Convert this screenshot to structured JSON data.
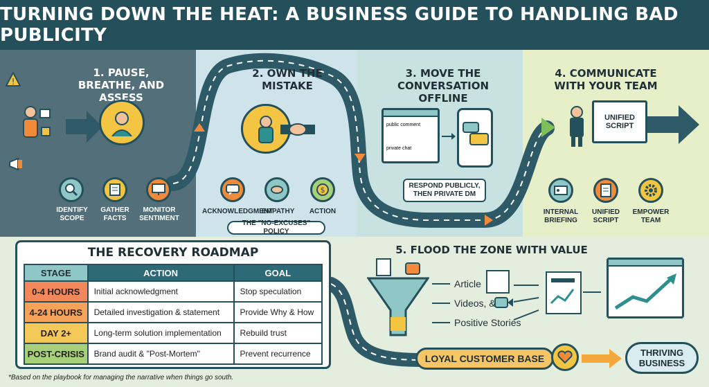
{
  "header": {
    "title": "TURNING DOWN THE HEAT: A BUSINESS GUIDE TO HANDLING BAD PUBLICITY"
  },
  "step1": {
    "title": "1. PAUSE, BREATHE, AND ASSESS",
    "items": [
      "IDENTIFY SCOPE",
      "GATHER FACTS",
      "MONITOR SENTIMENT"
    ]
  },
  "step2": {
    "title": "2. OWN THE MISTAKE",
    "items": [
      "ACKNOWLEDGMENT",
      "EMPATHY",
      "ACTION"
    ],
    "policy": "THE \"NO-EXCUSES\" POLICY"
  },
  "step3": {
    "title": "3. MOVE THE CONVERSATION OFFLINE",
    "public_label": "public comment",
    "private_label": "private chat",
    "note": "RESPOND PUBLICLY, THEN PRIVATE DM"
  },
  "step4": {
    "title": "4. COMMUNICATE WITH YOUR TEAM",
    "board_text": "UNIFIED SCRIPT",
    "items": [
      "INTERNAL BRIEFING",
      "UNIFIED SCRIPT",
      "EMPOWER TEAM"
    ]
  },
  "step5": {
    "title": "5. FLOOD THE ZONE WITH VALUE",
    "items": [
      "Article",
      "Videos, &",
      "Positive Stories"
    ],
    "loyal": "LOYAL CUSTOMER BASE",
    "thriving": "THRIVING BUSINESS"
  },
  "roadmap": {
    "title": "THE RECOVERY ROADMAP",
    "headers": [
      "STAGE",
      "ACTION",
      "GOAL"
    ],
    "rows": [
      {
        "stage": "0-4 HOURS",
        "action": "Initial acknowledgment",
        "goal": "Stop speculation"
      },
      {
        "stage": "4-24 HOURS",
        "action": "Detailed investigation & statement",
        "goal": "Provide Why & How"
      },
      {
        "stage": "DAY 2+",
        "action": "Long-term solution implementation",
        "goal": "Rebuild trust"
      },
      {
        "stage": "POST-CRISIS",
        "action": "Brand audit & \"Post-Mortem\"",
        "goal": "Prevent recurrence"
      }
    ]
  },
  "footnote": "*Based on the playbook for managing the narrative when things go south.",
  "colors": {
    "dark_teal": "#23505b",
    "accent_orange": "#f28a3c",
    "accent_yellow": "#f4c542",
    "road": "#2e5966",
    "stage_0_4": "#f2875a",
    "stage_4_24": "#f5a35a",
    "stage_day2": "#f4c95a",
    "stage_post": "#a8cf7a"
  }
}
